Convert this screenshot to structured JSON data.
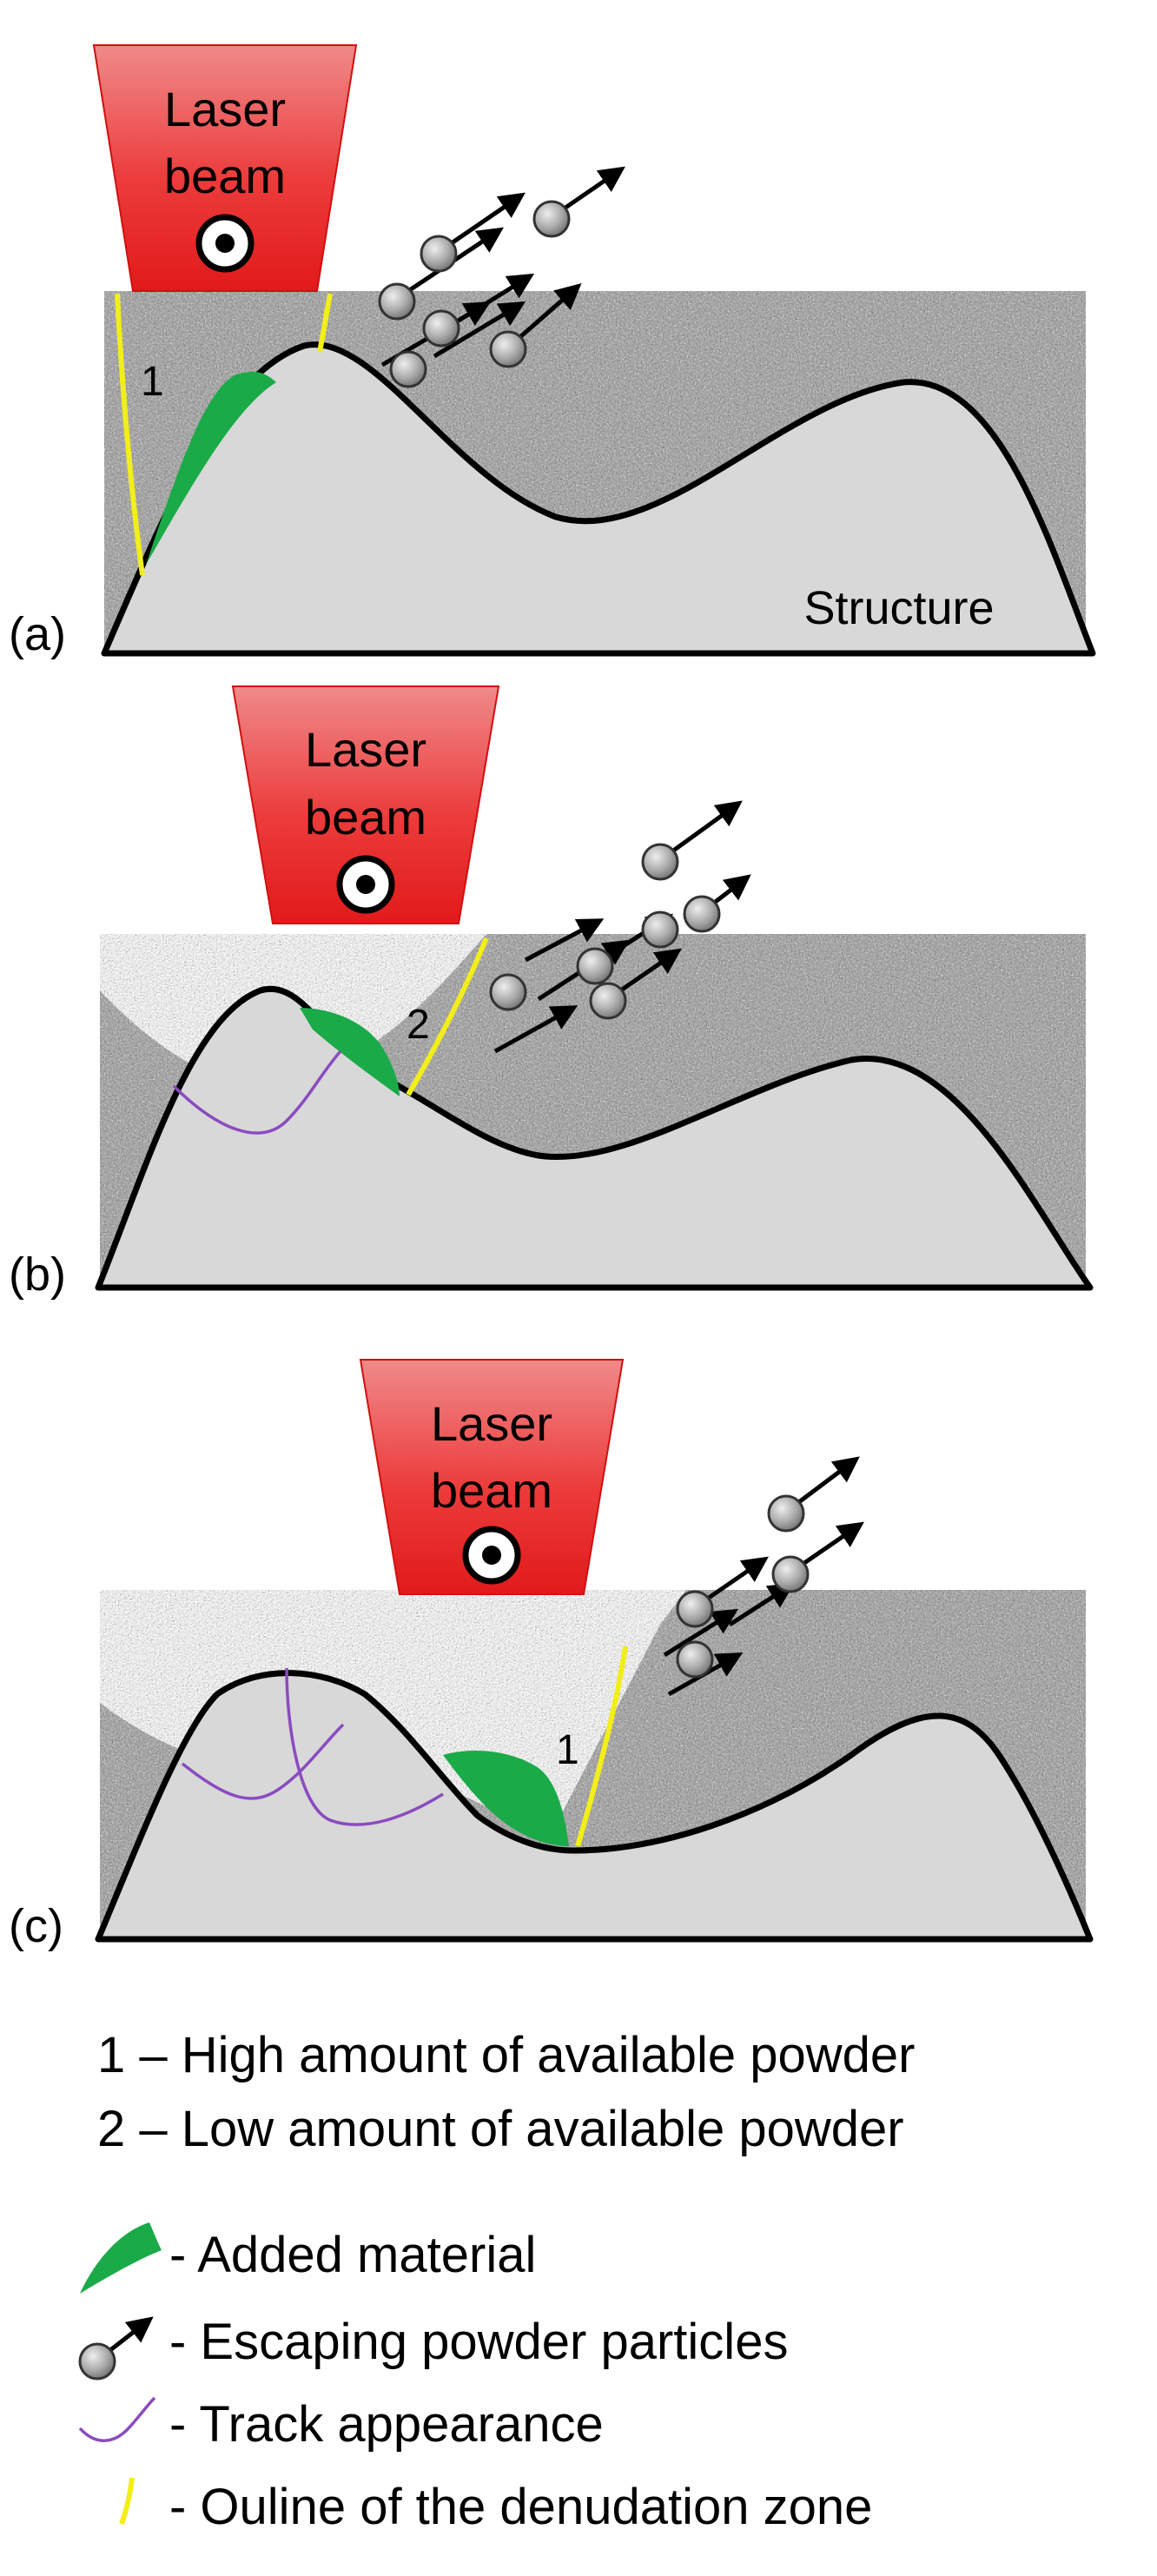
{
  "panels": [
    {
      "tag": "(a)",
      "laser_label": [
        "Laser",
        "beam"
      ],
      "zone_number": "1",
      "structure_label": "Structure"
    },
    {
      "tag": "(b)",
      "laser_label": [
        "Laser",
        "beam"
      ],
      "zone_number": "2"
    },
    {
      "tag": "(c)",
      "laser_label": [
        "Laser",
        "beam"
      ],
      "zone_number": "1"
    }
  ],
  "notes": [
    "1 – High amount of available powder",
    "2 – Low amount of available powder"
  ],
  "legend": [
    {
      "icon": "added-material-icon",
      "label": "- Added material",
      "color": "#1aaa48"
    },
    {
      "icon": "escaping-particle-icon",
      "label": "- Escaping powder particles"
    },
    {
      "icon": "track-line-icon",
      "label": "- Track appearance",
      "color": "#8a4bc0"
    },
    {
      "icon": "denudation-outline-icon",
      "label": "- Ouline of the denudation zone",
      "color": "#f2ee1a"
    }
  ],
  "colors": {
    "laser_red": "#e11a1a",
    "structure_grey": "#d8d8d8",
    "added_material": "#1aaa48",
    "track": "#8a4bc0",
    "denudation": "#f2ee1a"
  }
}
